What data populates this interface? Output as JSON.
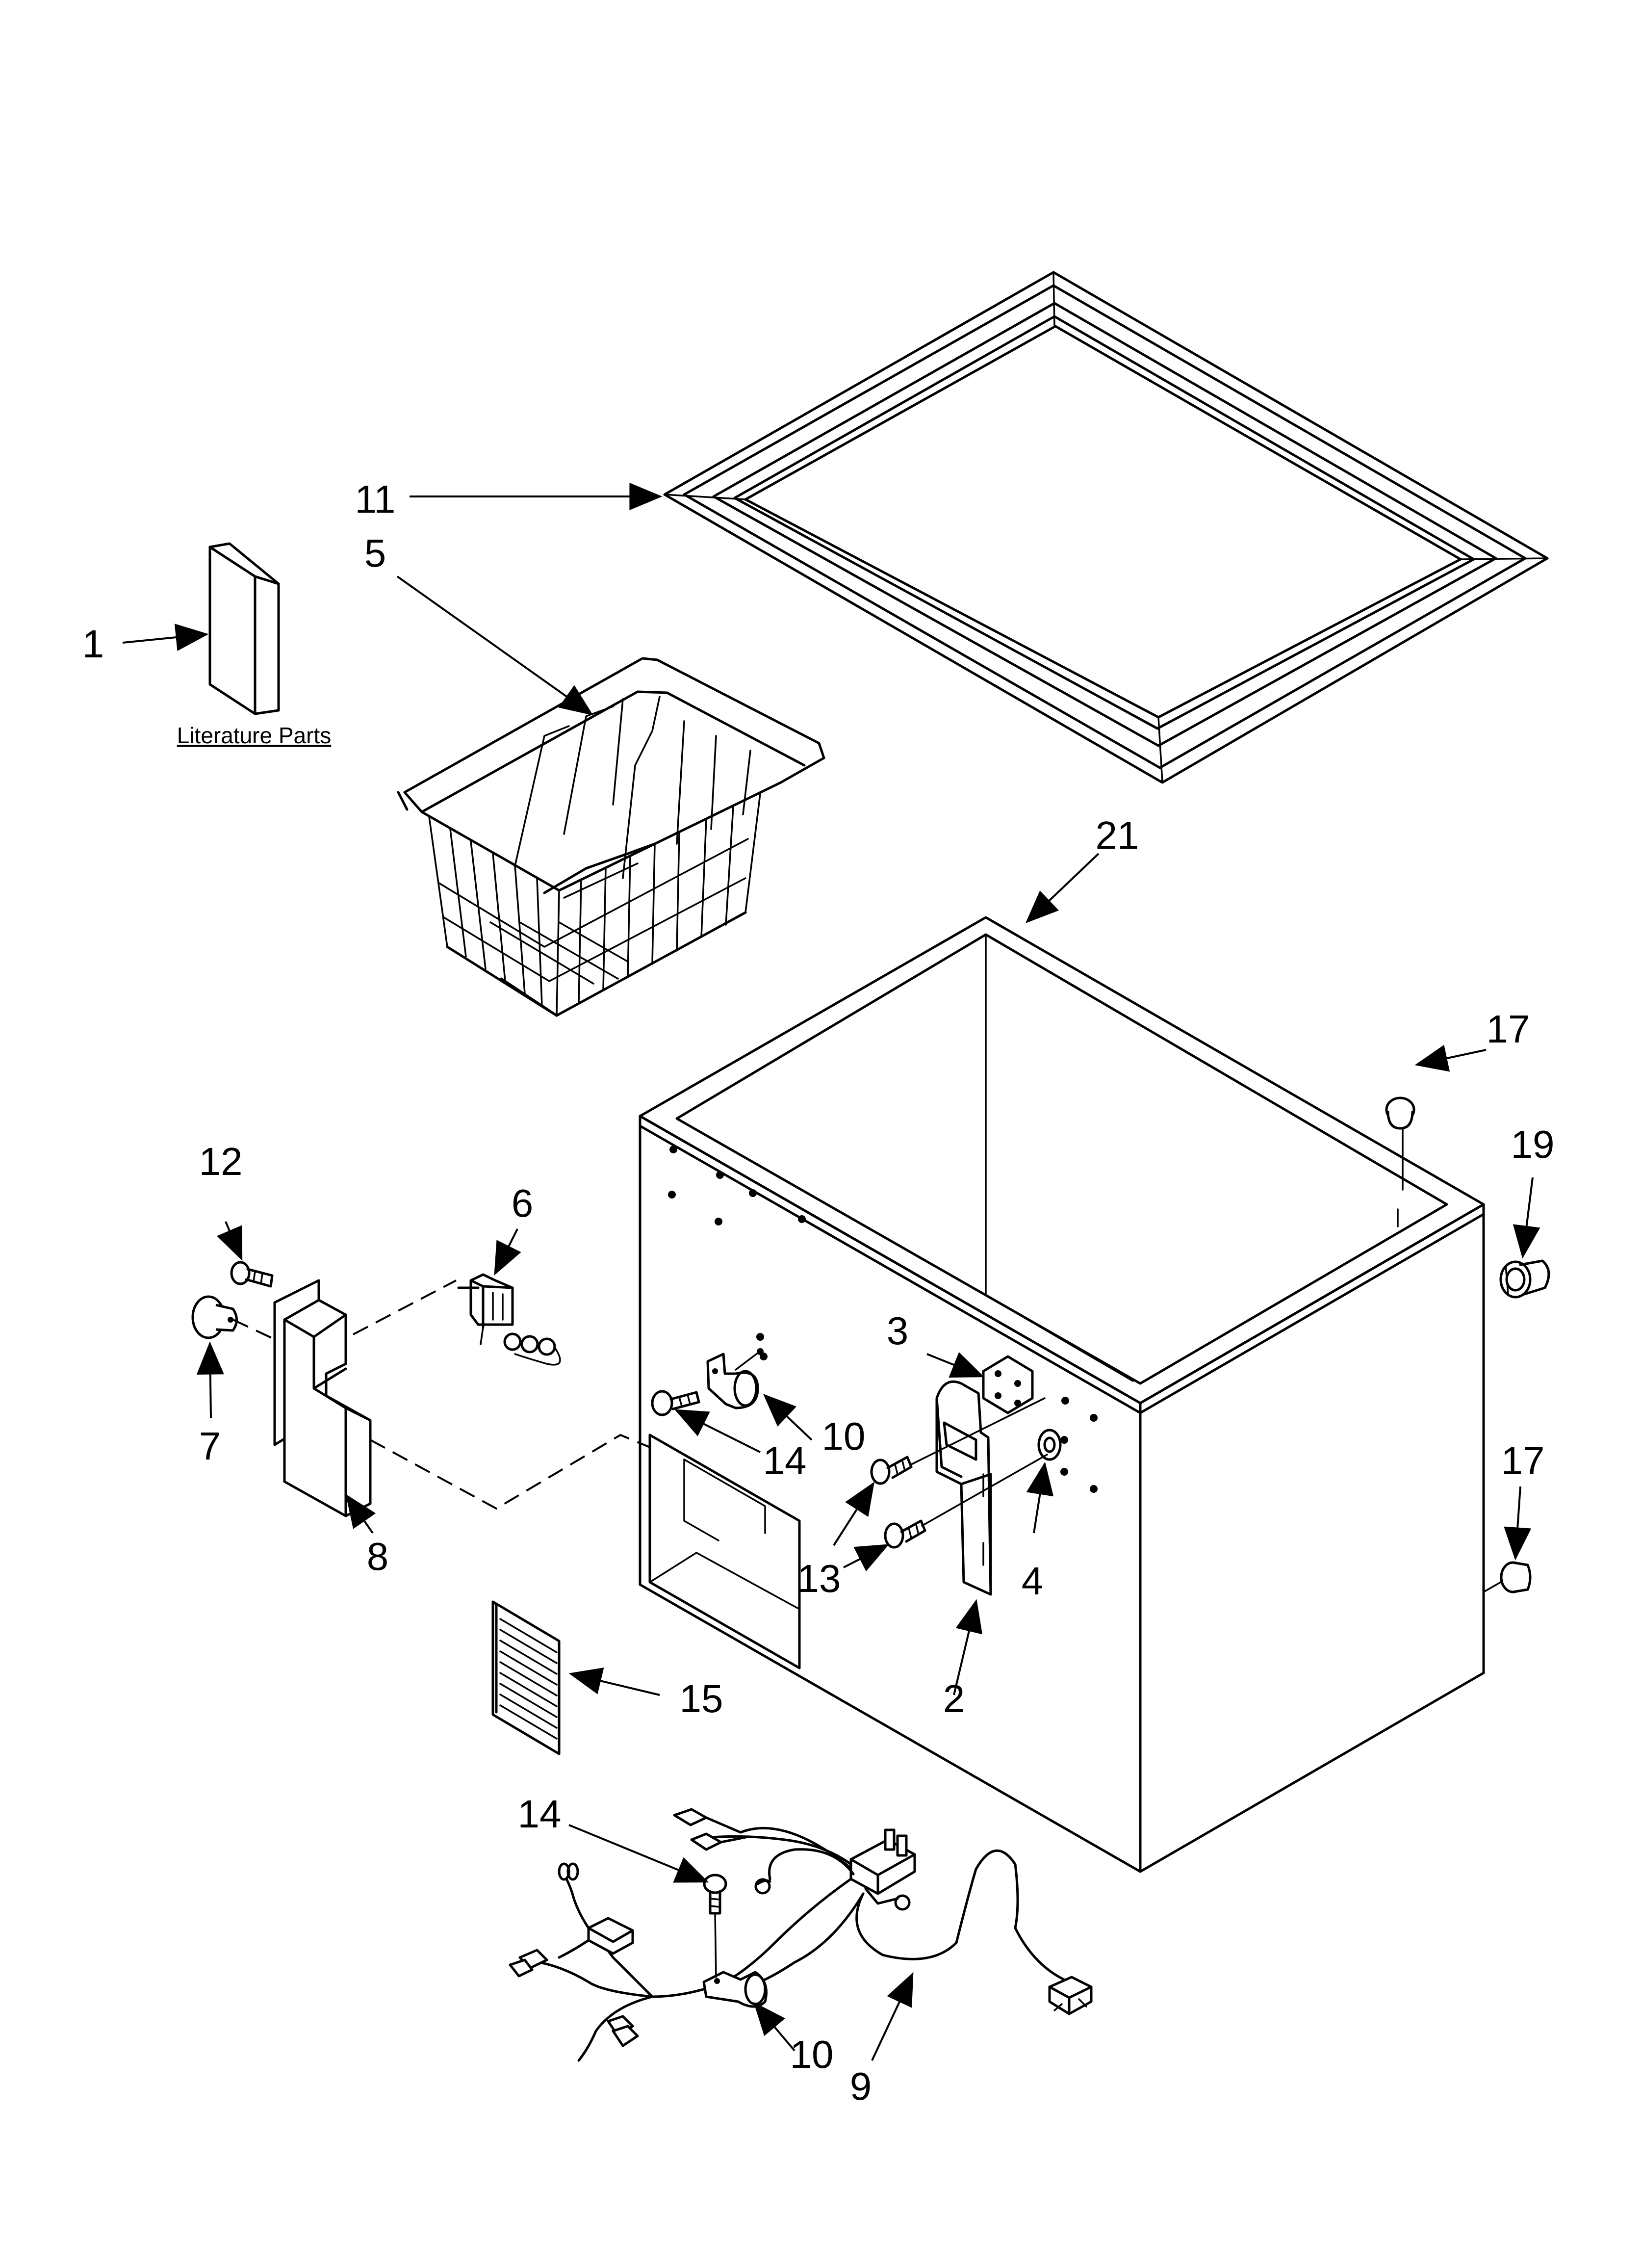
{
  "labels": {
    "literature": "Literature Parts"
  },
  "callouts": {
    "c1": "1",
    "c2": "2",
    "c3": "3",
    "c4": "4",
    "c5": "5",
    "c6": "6",
    "c7": "7",
    "c8": "8",
    "c9": "9",
    "c10a": "10",
    "c10b": "10",
    "c11": "11",
    "c12": "12",
    "c13": "13",
    "c14a": "14",
    "c14b": "14",
    "c15": "15",
    "c17a": "17",
    "c17b": "17",
    "c19": "19",
    "c21": "21"
  }
}
